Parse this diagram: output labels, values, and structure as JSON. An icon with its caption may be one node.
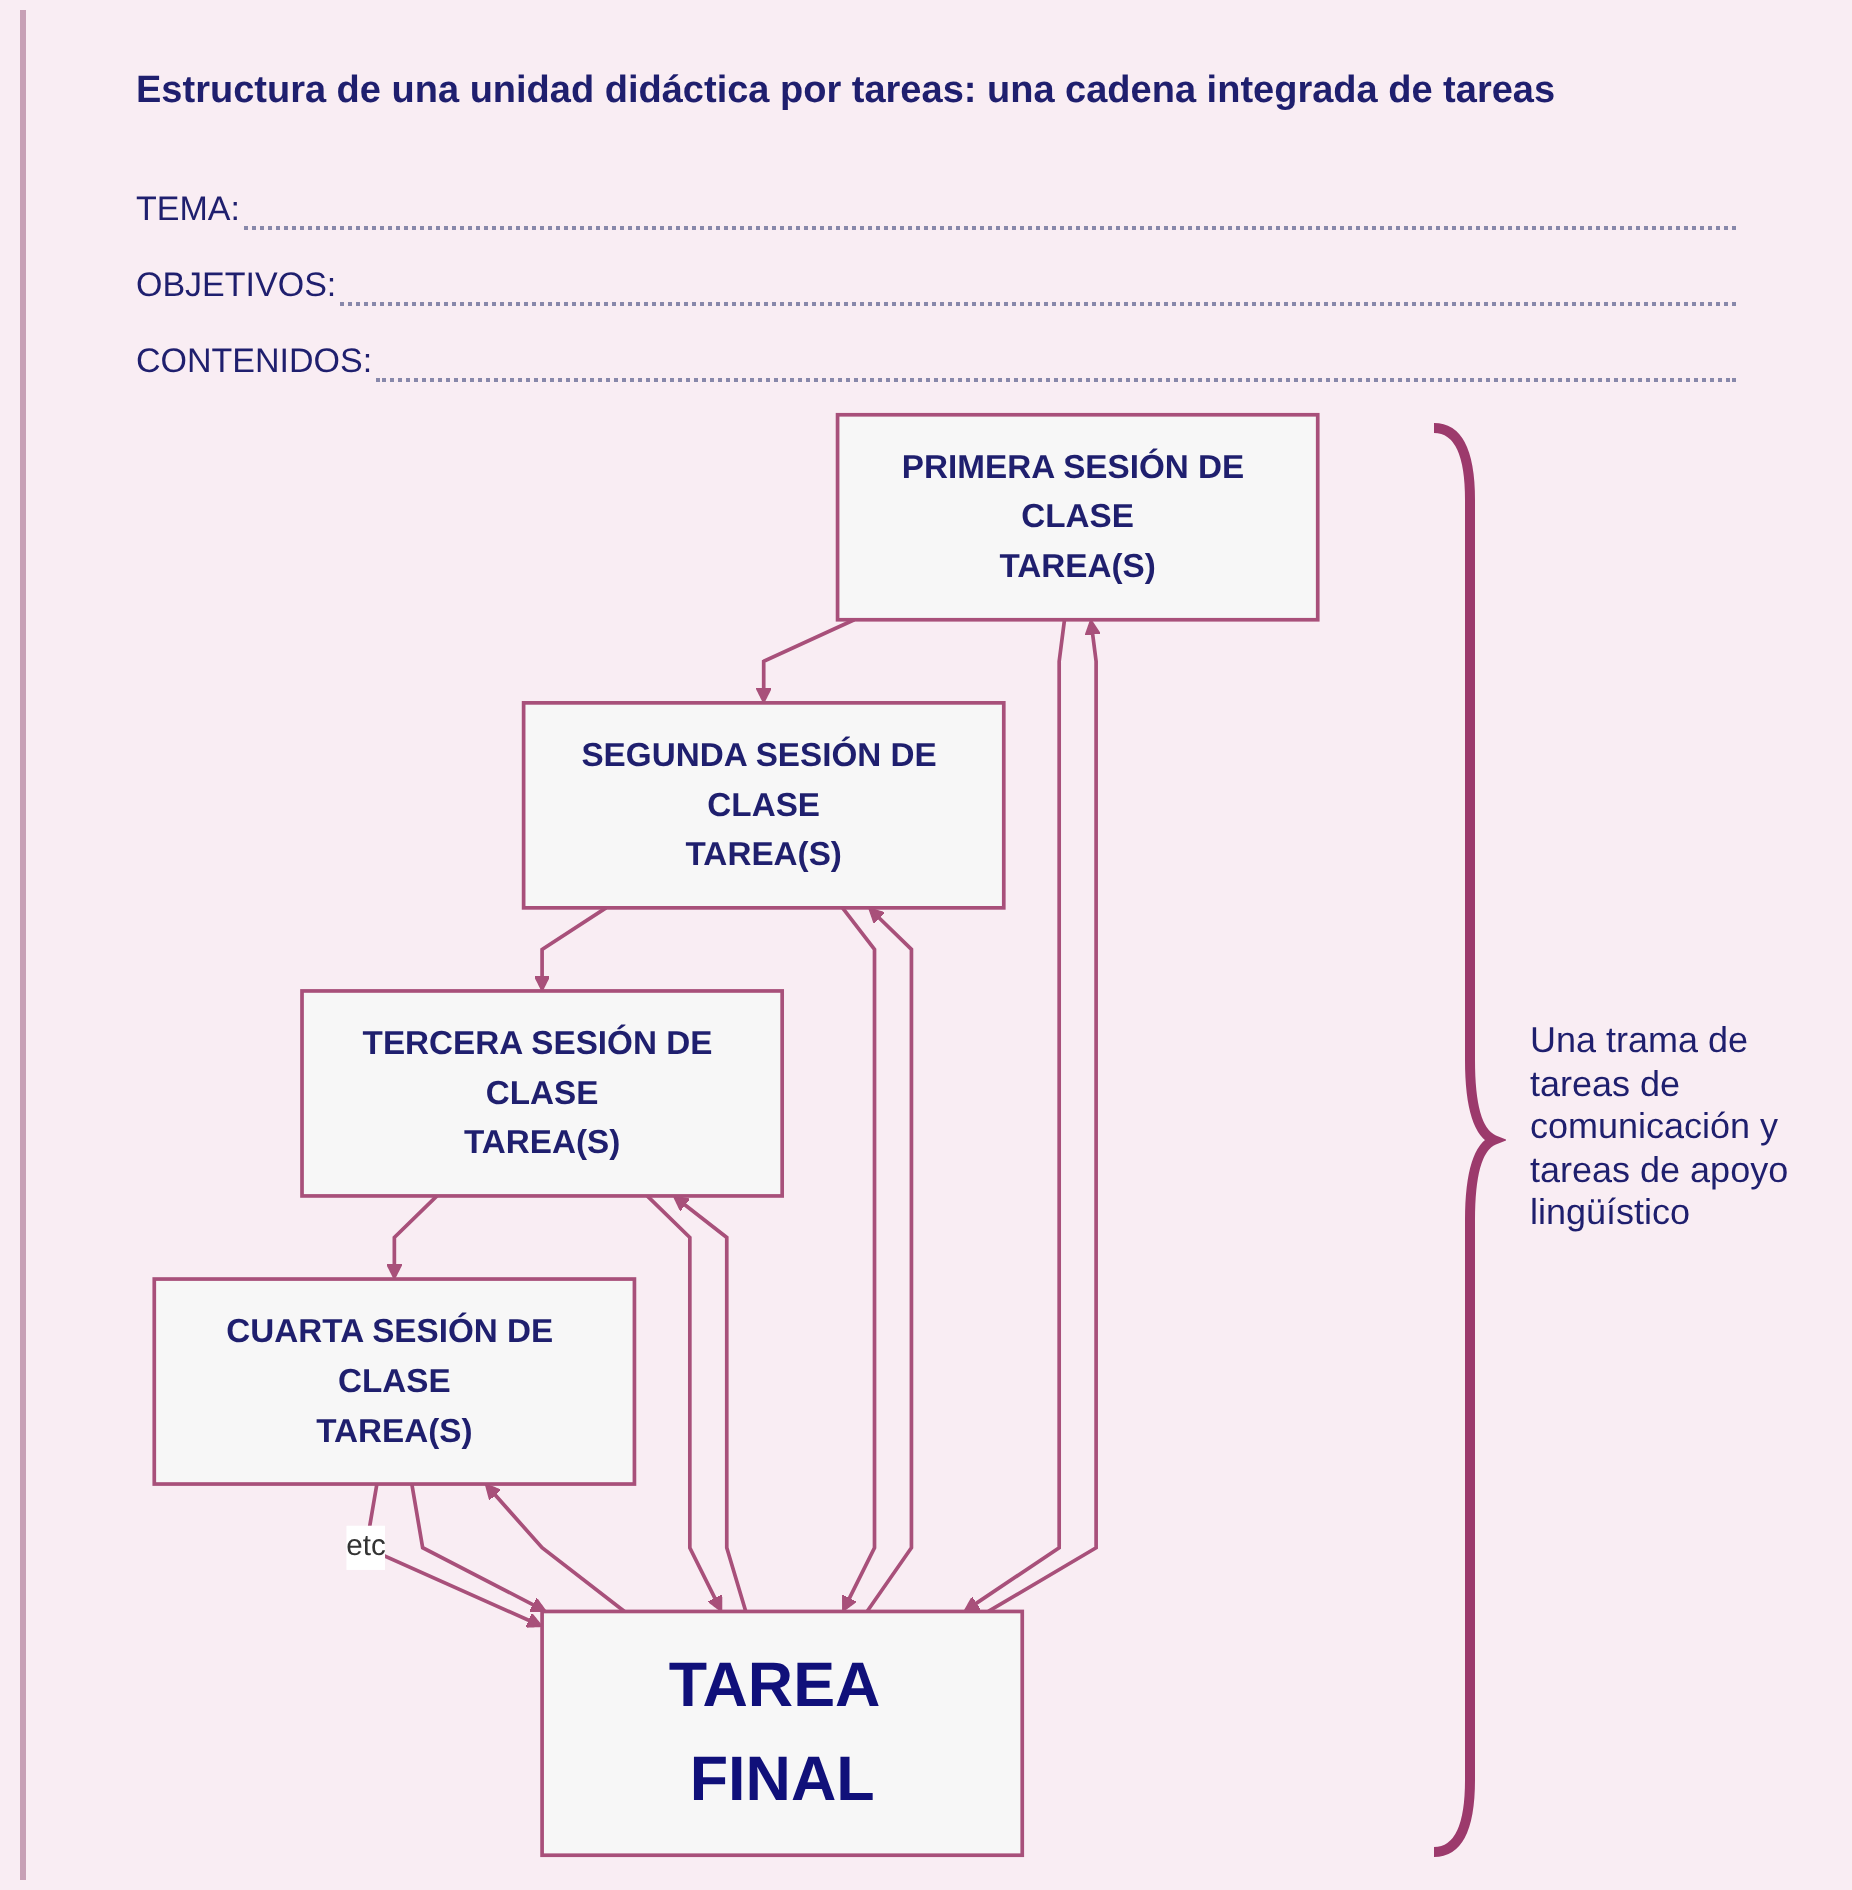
{
  "diagram": {
    "title": "Estructura de una unidad didáctica por tareas: una cadena integrada de tareas",
    "nodes": [
      {
        "text": [
          "PRIMERA SESIÓN DE CLASE",
          "TAREA(S)"
        ]
      },
      {
        "text": [
          "SEGUNDA SESIÓN DE CLASE",
          "TAREA(S)"
        ]
      },
      {
        "text": [
          "TERCERA SESIÓN DE CLASE",
          "TAREA(S)"
        ]
      },
      {
        "text": [
          "CUARTA SESIÓN DE CLASE",
          "TAREA(S)"
        ]
      },
      {
        "text": [
          "TAREA FINAL"
        ]
      }
    ],
    "edges": [
      {
        "from": 0,
        "to": 1,
        "arrow": "to"
      },
      {
        "from": 1,
        "to": 2,
        "arrow": "to"
      },
      {
        "from": 2,
        "to": 3,
        "arrow": "to"
      },
      {
        "from": 3,
        "to": 4,
        "arrow": "to",
        "label": "etc"
      },
      {
        "from": 0,
        "to": 4,
        "arrow": "to"
      },
      {
        "from": 1,
        "to": 4,
        "arrow": "to"
      },
      {
        "from": 2,
        "to": 4,
        "arrow": "to"
      },
      {
        "from": 3,
        "to": 4,
        "arrow": "to"
      },
      {
        "from": 4,
        "to": 0,
        "arrow": "to"
      },
      {
        "from": 4,
        "to": 1,
        "arrow": "to"
      },
      {
        "from": 4,
        "to": 2,
        "arrow": "to"
      },
      {
        "from": 4,
        "to": 3,
        "arrow": "to"
      }
    ],
    "labels": [
      "TEMA:",
      "OBJETIVOS:",
      "CONTENIDOS:",
      "Una trama de tareas de comunicación y tareas de apoyo lingüístico"
    ]
  }
}
